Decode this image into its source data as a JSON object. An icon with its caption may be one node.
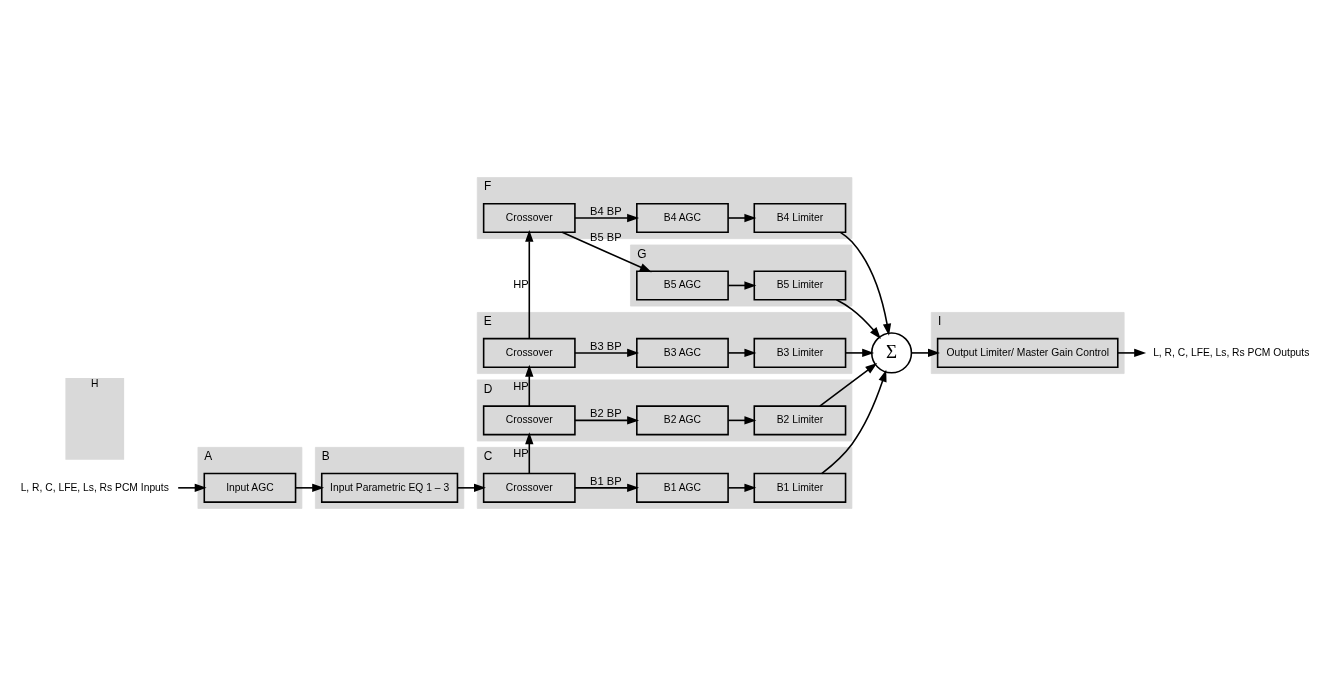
{
  "diagram": {
    "nodes": [
      {
        "text": [
          "G"
        ]
      },
      {
        "text": [
          "B5 AGC"
        ],
        "in": 0
      },
      {
        "text": [
          "B5 Limiter"
        ],
        "in": 0
      },
      {
        "text": [
          "F"
        ]
      },
      {
        "text": [
          "Crossover"
        ],
        "in": 3
      },
      {
        "text": [
          "B4 AGC"
        ],
        "in": 3
      },
      {
        "text": [
          "B4 Limiter"
        ],
        "in": 3
      },
      {
        "text": [
          "E"
        ]
      },
      {
        "text": [
          "Crossover"
        ],
        "in": 7
      },
      {
        "text": [
          "B3 AGC"
        ],
        "in": 7
      },
      {
        "text": [
          "B3 Limiter"
        ],
        "in": 7
      },
      {
        "text": [
          "Σ"
        ]
      },
      {
        "text": [
          "I"
        ]
      },
      {
        "text": [
          "Output Limiter/ Master Gain Control"
        ],
        "in": 12
      },
      {
        "text": [
          "L, R, C, LFE, Ls, Rs PCM Outputs"
        ]
      },
      {
        "text": [
          "D"
        ]
      },
      {
        "text": [
          "Crossover"
        ],
        "in": 15
      },
      {
        "text": [
          "B2 AGC"
        ],
        "in": 15
      },
      {
        "text": [
          "B2 Limiter"
        ],
        "in": 15
      },
      {
        "text": [
          "H"
        ]
      },
      {
        "text": [
          "C"
        ]
      },
      {
        "text": [
          "Crossover"
        ],
        "in": 20
      },
      {
        "text": [
          "B1 AGC"
        ],
        "in": 20
      },
      {
        "text": [
          "B1 Limiter"
        ],
        "in": 20
      },
      {
        "text": [
          "B"
        ]
      },
      {
        "text": [
          "Input Parametric EQ 1 – 3"
        ],
        "in": 24
      },
      {
        "text": [
          "L, R, C, LFE, Ls, Rs PCM Inputs"
        ]
      },
      {
        "text": [
          "A"
        ]
      },
      {
        "text": [
          "Input AGC"
        ],
        "in": 27
      }
    ],
    "edges": [
      {
        "from": 26,
        "to": 28,
        "arrow": "to"
      },
      {
        "from": 28,
        "to": 25,
        "arrow": "to"
      },
      {
        "from": 25,
        "to": 21,
        "arrow": "to"
      },
      {
        "from": 21,
        "to": 22,
        "arrow": "to",
        "label": "B1 BP"
      },
      {
        "from": 22,
        "to": 23,
        "arrow": "to"
      },
      {
        "from": 21,
        "to": 16,
        "arrow": "to",
        "label": "HP"
      },
      {
        "from": 16,
        "to": 17,
        "arrow": "to",
        "label": "B2 BP"
      },
      {
        "from": 17,
        "to": 18,
        "arrow": "to"
      },
      {
        "from": 16,
        "to": 8,
        "arrow": "to",
        "label": "HP"
      },
      {
        "from": 8,
        "to": 9,
        "arrow": "to",
        "label": "B3 BP"
      },
      {
        "from": 9,
        "to": 10,
        "arrow": "to"
      },
      {
        "from": 8,
        "to": 4,
        "arrow": "to",
        "label": "HP"
      },
      {
        "from": 4,
        "to": 5,
        "arrow": "to",
        "label": "B4 BP"
      },
      {
        "from": 5,
        "to": 6,
        "arrow": "to"
      },
      {
        "from": 4,
        "to": 1,
        "arrow": "to",
        "label": "B5 BP"
      },
      {
        "from": 1,
        "to": 2,
        "arrow": "to"
      },
      {
        "from": 2,
        "to": 11,
        "arrow": "to"
      },
      {
        "from": 6,
        "to": 11,
        "arrow": "to"
      },
      {
        "from": 10,
        "to": 11,
        "arrow": "to"
      },
      {
        "from": 18,
        "to": 11,
        "arrow": "to"
      },
      {
        "from": 23,
        "to": 11,
        "arrow": "to"
      },
      {
        "from": 11,
        "to": 13,
        "arrow": "to"
      },
      {
        "from": 13,
        "to": 14,
        "arrow": "to"
      }
    ]
  }
}
